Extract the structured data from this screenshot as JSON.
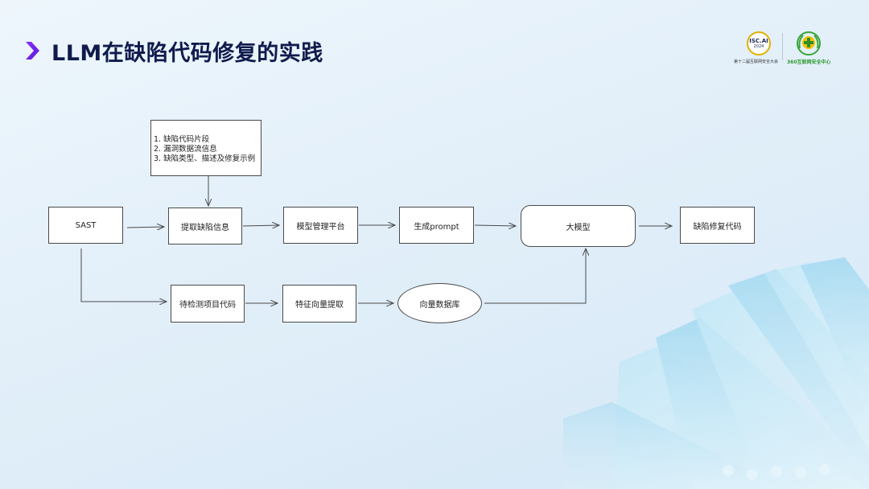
{
  "title": "LLM在缺陷代码修复的实践",
  "logos": {
    "isc_line1": "ISC.AI",
    "isc_line2": "2024",
    "isc_caption": "第十二届互联网安全大会",
    "center_caption": "360互联网安全中心"
  },
  "note": {
    "lines": [
      "1. 缺陷代码片段",
      "2. 漏洞数据流信息",
      "3. 缺陷类型、描述及修复示例"
    ]
  },
  "nodes": {
    "sast": "SAST",
    "extract": "提取缺陷信息",
    "platform": "模型管理平台",
    "prompt": "生成prompt",
    "llm": "大模型",
    "fix": "缺陷修复代码",
    "code": "待检测项目代码",
    "feature": "特征向量提取",
    "vectordb": "向量数据库"
  }
}
